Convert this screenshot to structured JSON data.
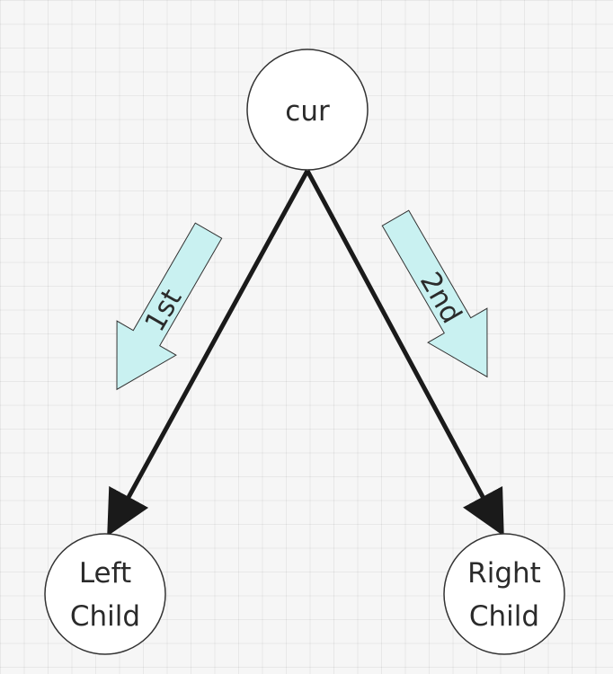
{
  "diagram": {
    "nodes": {
      "root": {
        "lines": [
          "cur"
        ]
      },
      "left": {
        "lines": [
          "Left",
          "Child"
        ]
      },
      "right": {
        "lines": [
          "Right",
          "Child"
        ]
      }
    },
    "order_arrows": {
      "first": {
        "label": "1st"
      },
      "second": {
        "label": "2nd"
      }
    }
  },
  "colors": {
    "node_fill": "#ffffff",
    "node_stroke": "#333333",
    "edge": "#1a1a1a",
    "order_arrow_fill": "#c9f1f1",
    "order_arrow_stroke": "#333333",
    "text": "#2b2b2b"
  }
}
